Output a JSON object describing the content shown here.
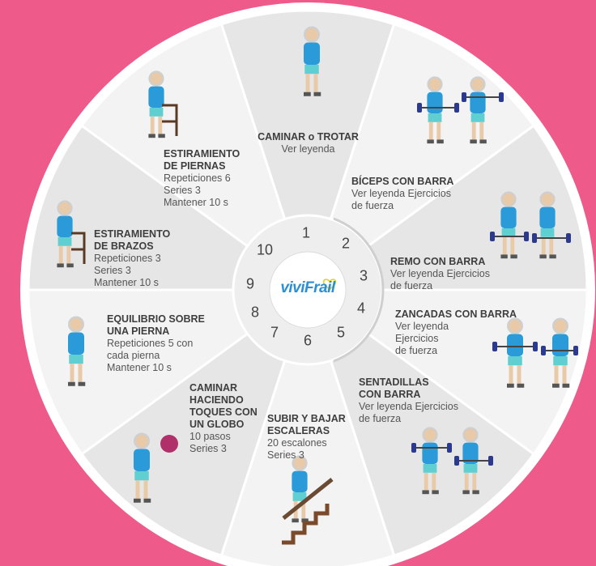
{
  "brand": {
    "logo_text": "viviFrail",
    "accent_color": "#2a8fd6",
    "heart_color": "#e6d23b",
    "background_color": "#ee5a8a"
  },
  "numbers": [
    "1",
    "2",
    "3",
    "4",
    "5",
    "6",
    "7",
    "8",
    "9",
    "10"
  ],
  "exercises": [
    {
      "title": "CAMINAR o TROTAR",
      "desc": "Ver leyenda",
      "icon": "walking-person-icon"
    },
    {
      "title": "BÍCEPS CON BARRA",
      "desc": "Ver leyenda Ejercicios\nde fuerza",
      "icon": "biceps-curl-icon"
    },
    {
      "title": "REMO CON BARRA",
      "desc": "Ver leyenda Ejercicios\nde fuerza",
      "icon": "barbell-row-icon"
    },
    {
      "title": "ZANCADAS CON BARRA",
      "desc": "Ver leyenda\nEjercicios\nde fuerza",
      "icon": "barbell-lunge-icon"
    },
    {
      "title": "SENTADILLAS\nCON BARRA",
      "desc": "Ver leyenda Ejercicios\nde fuerza",
      "icon": "barbell-squat-icon"
    },
    {
      "title": "SUBIR Y BAJAR\nESCALERAS",
      "desc": "20 escalones\nSeries 3",
      "icon": "stairs-climbing-icon"
    },
    {
      "title": "CAMINAR\nHACIENDO\nTOQUES CON\nUN GLOBO",
      "desc": "10 pasos\nSeries 3",
      "icon": "balloon-tapping-icon"
    },
    {
      "title": "EQUILIBRIO SOBRE\nUNA PIERNA",
      "desc": "Repeticiones 5 con\ncada pierna\nMantener 10 s",
      "icon": "one-leg-balance-icon"
    },
    {
      "title": "ESTIRAMIENTO\nDE BRAZOS",
      "desc": "Repeticiones 3\nSeries 3\nMantener 10 s",
      "icon": "arm-stretch-icon"
    },
    {
      "title": "ESTIRAMIENTO\nDE PIERNAS",
      "desc": "Repeticiones 6\nSeries 3\nMantener 10 s",
      "icon": "leg-stretch-icon"
    }
  ]
}
